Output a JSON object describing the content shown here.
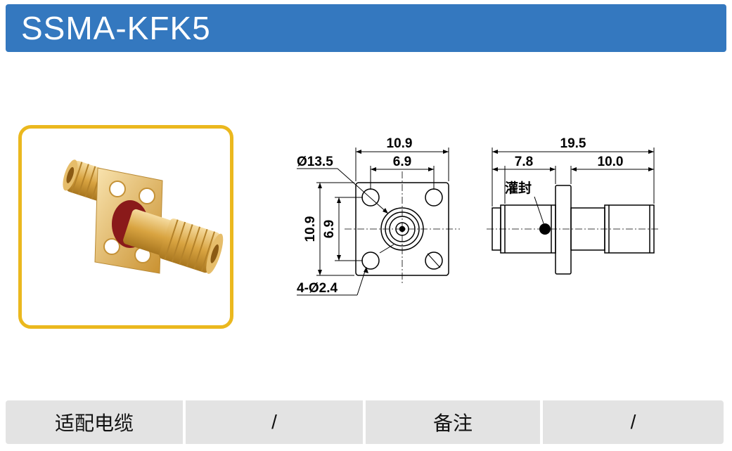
{
  "header": {
    "title": "SSMA-KFK5"
  },
  "drawing": {
    "front_view": {
      "width_overall": "10.9",
      "hole_spacing_h": "6.9",
      "flange_diameter": "Ø13.5",
      "height_overall": "10.9",
      "hole_spacing_v": "6.9",
      "holes": "4-Ø2.4"
    },
    "side_view": {
      "length_overall": "19.5",
      "left_length": "7.8",
      "right_length": "10.0",
      "seal_label": "灌封"
    }
  },
  "spec_table": {
    "cable_label": "适配电缆",
    "cable_value": "/",
    "remark_label": "备注",
    "remark_value": "/"
  },
  "colors": {
    "header": "#3478bf",
    "frame": "#ebb81e",
    "gold": "#d9a441",
    "seal": "#8a1a1a"
  }
}
